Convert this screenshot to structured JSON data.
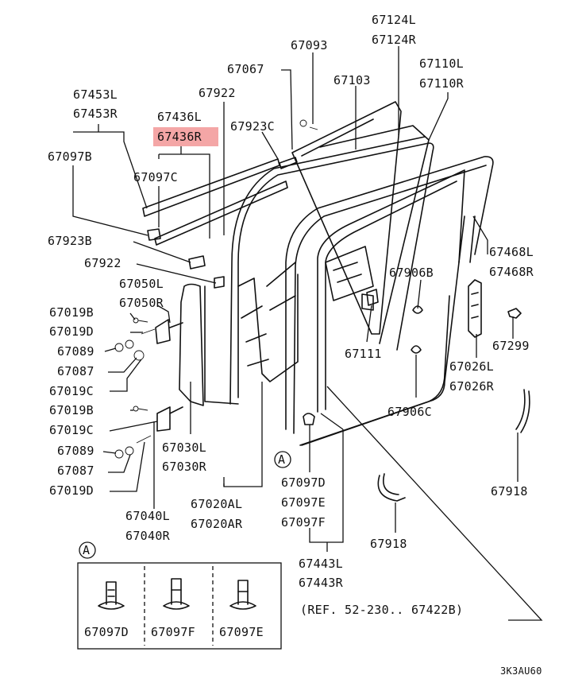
{
  "diagram": {
    "highlight_color": "#f4a6a6",
    "labels": {
      "p67453L": "67453L",
      "p67453R": "67453R",
      "p67097B": "67097B",
      "p67436L": "67436L",
      "p67436R": "67436R",
      "p67097C": "67097C",
      "p67923B": "67923B",
      "p67922a": "67922",
      "p67922b": "67922",
      "p67050L": "67050L",
      "p67050R": "67050R",
      "p67019Ba": "67019B",
      "p67019Da": "67019D",
      "p67089a": "67089",
      "p67087a": "67087",
      "p67019Ca": "67019C",
      "p67019Bb": "67019B",
      "p67019Cb": "67019C",
      "p67089b": "67089",
      "p67087b": "67087",
      "p67019Db": "67019D",
      "p67040L": "67040L",
      "p67040R": "67040R",
      "p67030L": "67030L",
      "p67030R": "67030R",
      "p67020AL": "67020AL",
      "p67020AR": "67020AR",
      "p67067": "67067",
      "p67093": "67093",
      "p67923C": "67923C",
      "p67103": "67103",
      "p67124L": "67124L",
      "p67124R": "67124R",
      "p67110L": "67110L",
      "p67110R": "67110R",
      "p67468L": "67468L",
      "p67468R": "67468R",
      "p67906Ba": "67906B",
      "p67111": "67111",
      "p67026L": "67026L",
      "p67026R": "67026R",
      "p67299": "67299",
      "p67906Cb": "67906C",
      "p67097D": "67097D",
      "p67097E": "67097E",
      "p67097F": "67097F",
      "p67918a": "67918",
      "p67918b": "67918",
      "p67443L": "67443L",
      "p67443R": "67443R",
      "markerA1": "A",
      "markerA2": "A",
      "ref": "(REF. 52-230.. 67422B)",
      "inset_1": "67097D",
      "inset_2": "67097F",
      "inset_3": "67097E",
      "code": "3K3AU60"
    }
  }
}
